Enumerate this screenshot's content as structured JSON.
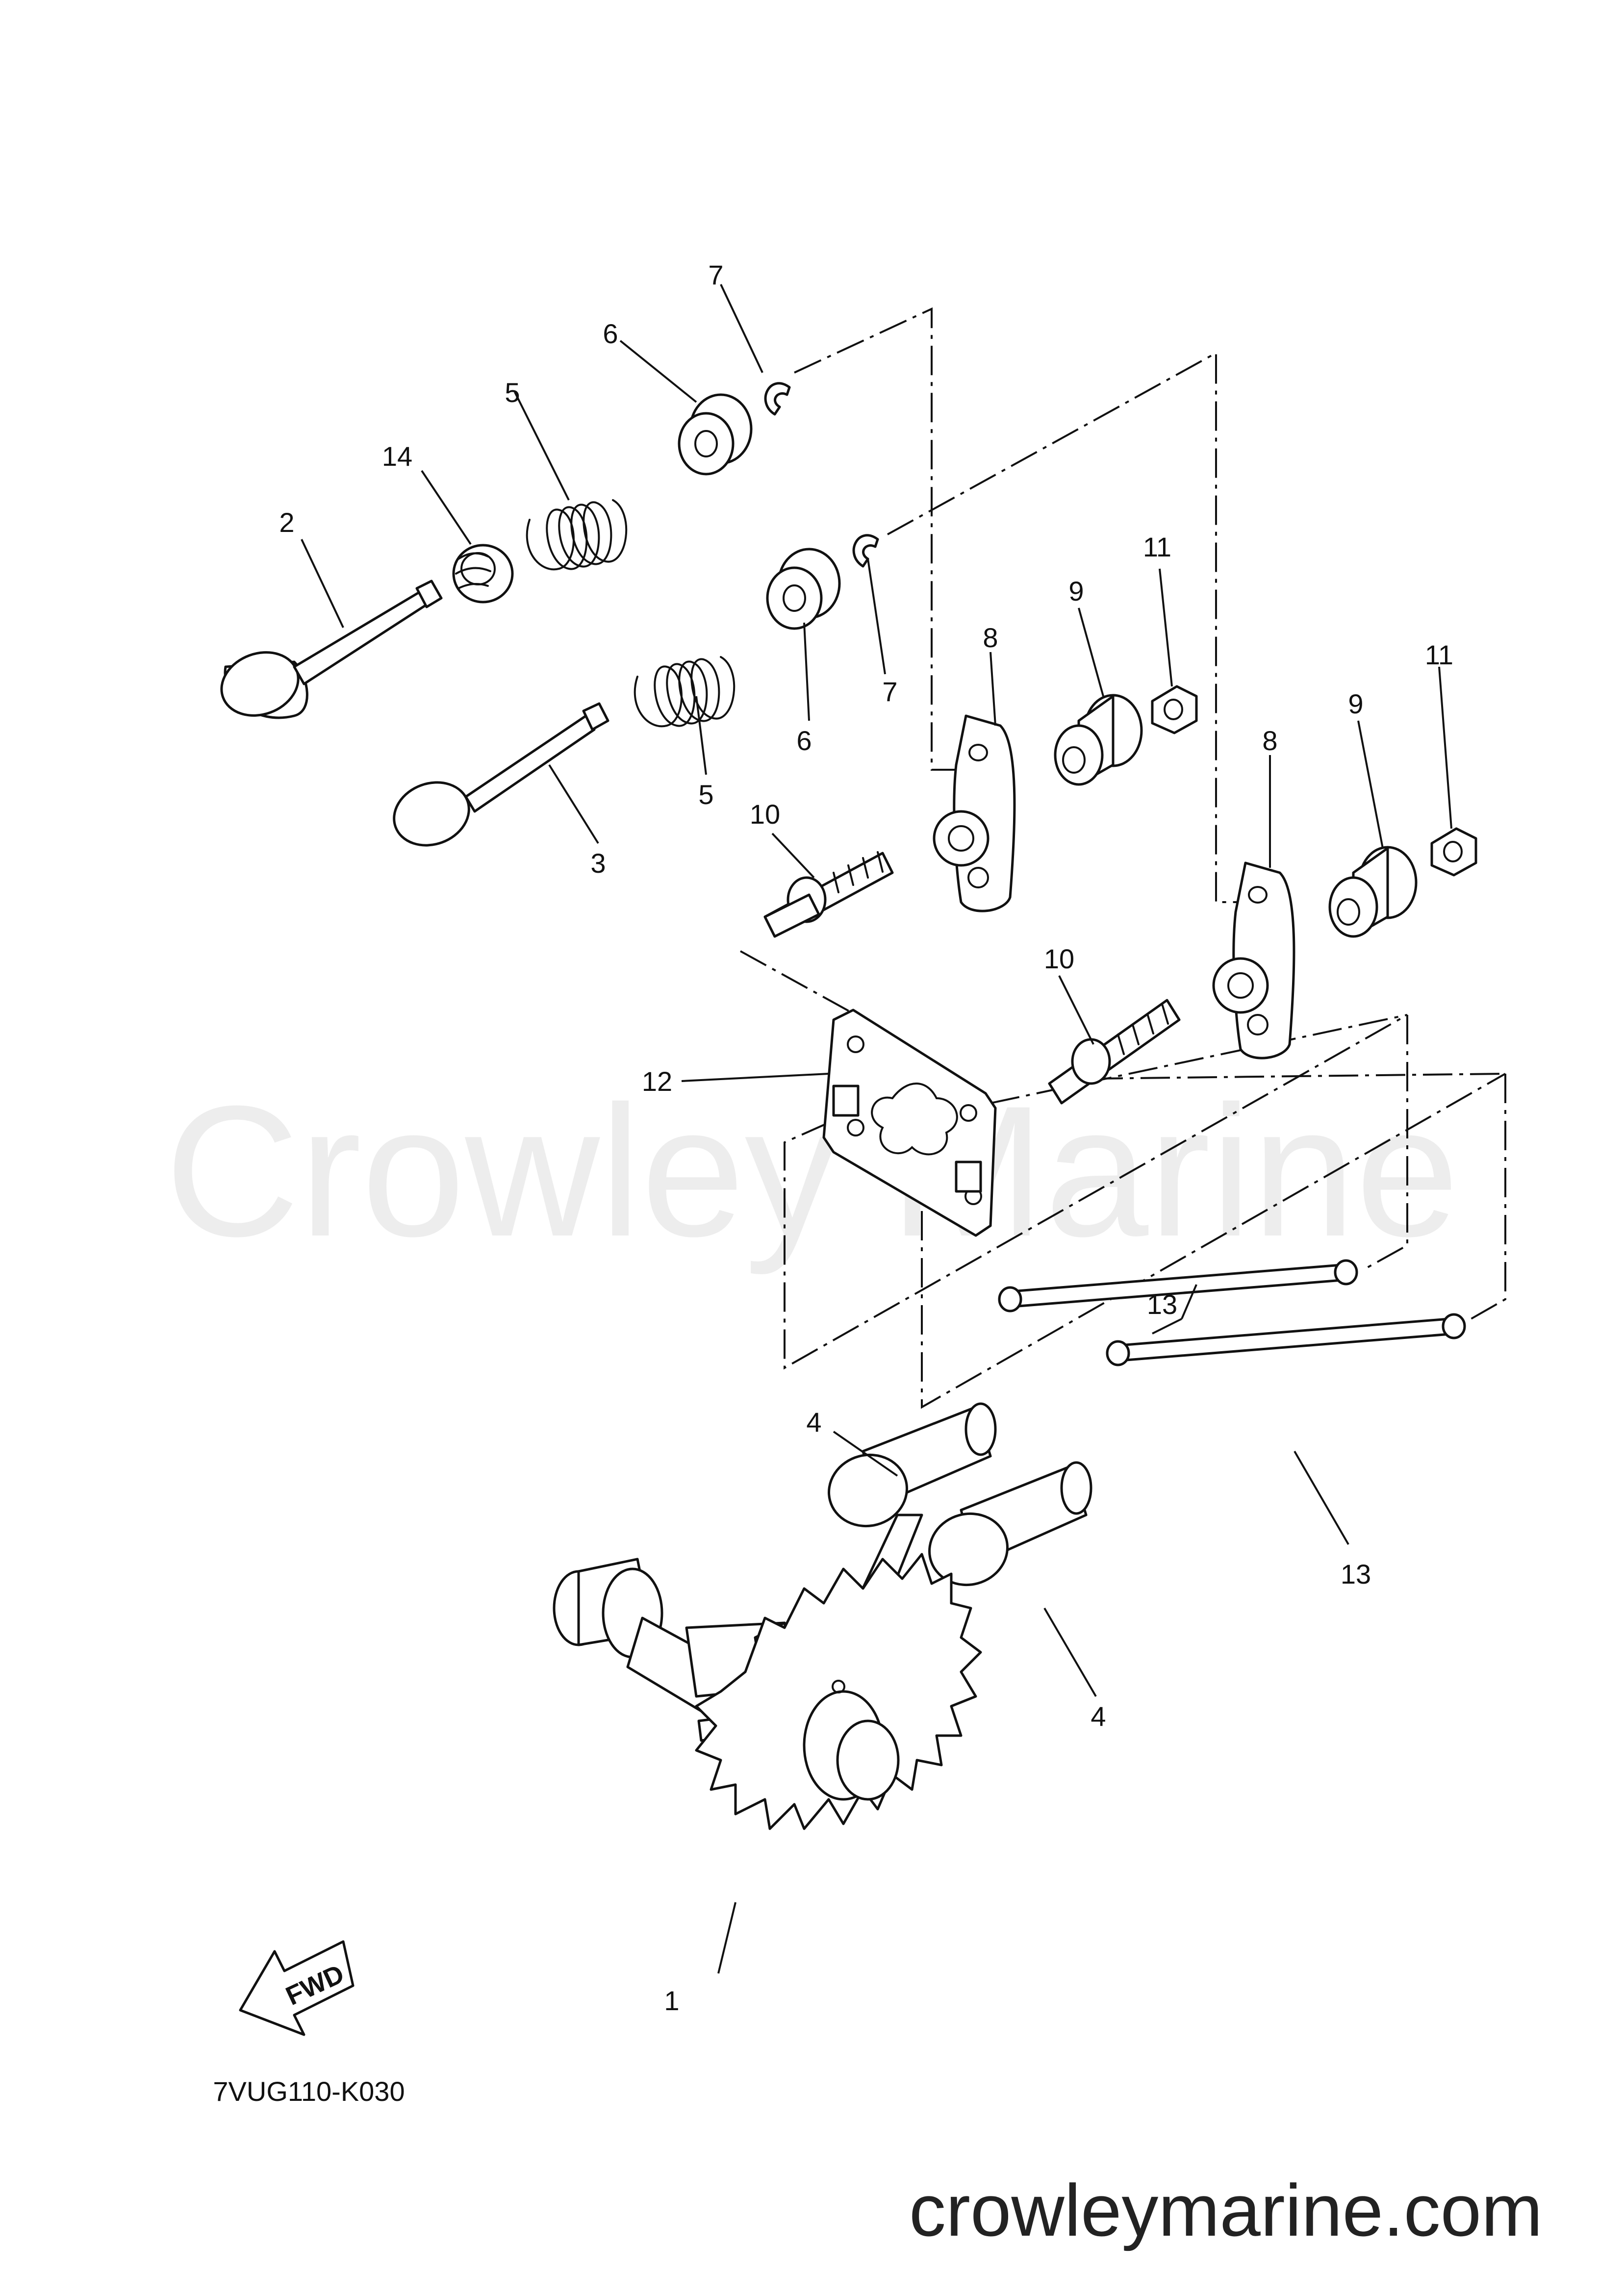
{
  "diagram": {
    "callouts": {
      "p1": "1",
      "p2": "2",
      "p3": "3",
      "p4a": "4",
      "p4b": "4",
      "p5a": "5",
      "p5b": "5",
      "p6a": "6",
      "p6b": "6",
      "p7a": "7",
      "p7b": "7",
      "p8a": "8",
      "p8b": "8",
      "p9a": "9",
      "p9b": "9",
      "p10a": "10",
      "p10b": "10",
      "p11a": "11",
      "p11b": "11",
      "p12": "12",
      "p13a": "13",
      "p13b": "13",
      "p14": "14"
    },
    "direction_label": "FWD",
    "drawing_code": "7VUG110-K030"
  },
  "watermark": "Crowley Marine",
  "footer": {
    "site": "crowleymarine.com"
  }
}
